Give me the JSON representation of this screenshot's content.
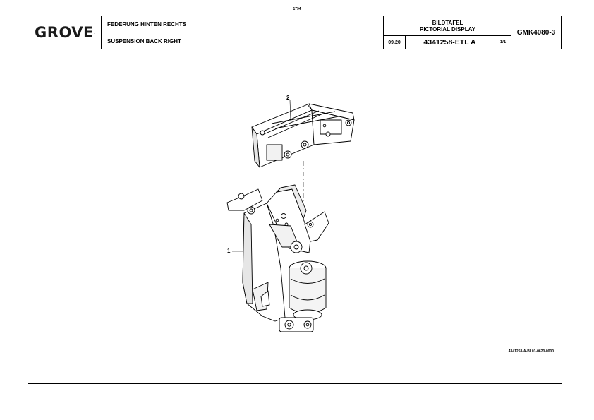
{
  "page_number": "1794",
  "logo": {
    "text": "GROVE",
    "mark": "."
  },
  "title": {
    "german": "FEDERUNG HINTEN RECHTS",
    "english": "SUSPENSION BACK RIGHT"
  },
  "plate": {
    "label_de": "BILDTAFEL",
    "label_en": "PICTORIAL DISPLAY",
    "date": "09.20",
    "reference": "4341258-ETL A",
    "sheet": "1/1"
  },
  "model": "GMK4080-3",
  "callouts": [
    "1",
    "2"
  ],
  "drawing_reference": "4341258-A-BL01-0620-0000"
}
